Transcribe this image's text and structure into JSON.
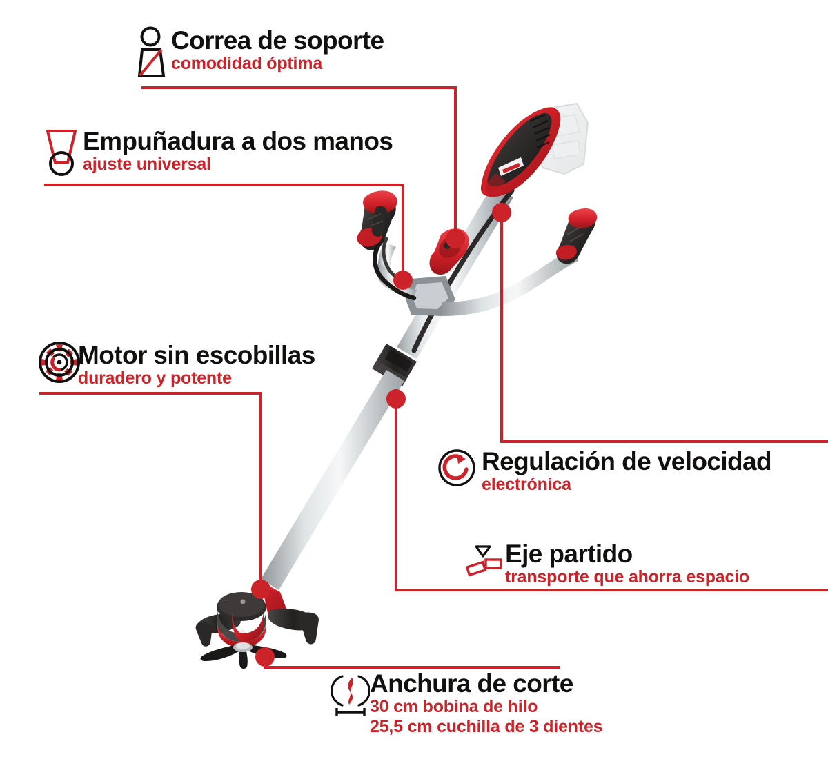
{
  "meta": {
    "brand_accent": "#cc2229",
    "text_color": "#12100e",
    "background": "#ffffff",
    "product": "cordless brushcutter / grass trimmer"
  },
  "features": [
    {
      "id": "harness",
      "icon": "person-with-shoulder-strap-icon",
      "title": "Correa de soporte",
      "subtitle": "comodidad óptima"
    },
    {
      "id": "handle",
      "icon": "loop-handle-icon",
      "title": "Empuñadura a dos manos",
      "subtitle": "ajuste universal"
    },
    {
      "id": "motor",
      "icon": "brushless-motor-icon",
      "title": "Motor sin escobillas",
      "subtitle": "duradero y potente"
    },
    {
      "id": "speed",
      "icon": "rotation-speed-icon",
      "title": "Regulación de velocidad",
      "subtitle": "electrónica"
    },
    {
      "id": "shaft",
      "icon": "split-shaft-icon",
      "title": "Eje partido",
      "subtitle": "transporte que ahorra espacio"
    },
    {
      "id": "width",
      "icon": "cutting-width-icon",
      "title": "Anchura de corte",
      "subtitle": "30 cm bobina de hilo",
      "subtitle2": "25,5 cm cuchilla de 3 dientes"
    }
  ]
}
